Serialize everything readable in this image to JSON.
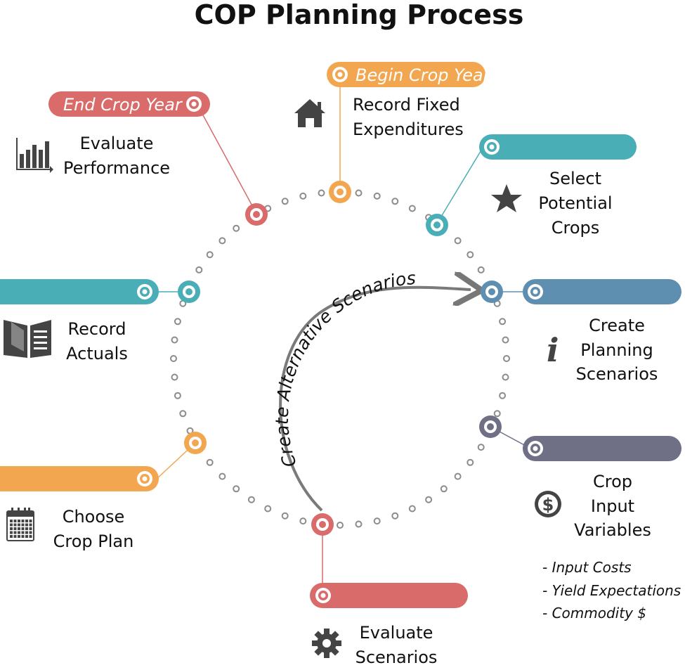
{
  "title": "COP Planning Process",
  "colors": {
    "red": "#d96b6b",
    "orange": "#f2a64f",
    "teal": "#4aaeb6",
    "steel": "#5f8fb0",
    "slate": "#6f6f86",
    "dots": "#8c8c8c",
    "icon": "#444444"
  },
  "pills": {
    "begin": "Begin Crop Year",
    "end": "End Crop Year"
  },
  "steps": {
    "fixed": {
      "line1": "Record Fixed",
      "line2": "Expenditures",
      "icon": "home-icon"
    },
    "evaluate": {
      "line1": "Evaluate",
      "line2": "Performance",
      "icon": "bar-chart-icon"
    },
    "select": {
      "line1": "Select",
      "line2": "Potential",
      "line3": "Crops",
      "icon": "star-icon"
    },
    "actuals": {
      "line1": "Record",
      "line2": "Actuals",
      "icon": "book-icon"
    },
    "planning": {
      "line1": "Create",
      "line2": "Planning",
      "line3": "Scenarios",
      "icon": "info-icon"
    },
    "choose": {
      "line1": "Choose",
      "line2": "Crop Plan",
      "icon": "calendar-icon"
    },
    "input": {
      "line1": "Crop",
      "line2": "Input",
      "line3": "Variables",
      "icon": "dollar-icon"
    },
    "scen": {
      "line1": "Evaluate",
      "line2": "Scenarios",
      "icon": "gear-icon"
    }
  },
  "input_notes": [
    "-  Input Costs",
    "-  Yield Expectations",
    "-  Commodity $"
  ],
  "arc_label": "Create Alternative Scenarios"
}
